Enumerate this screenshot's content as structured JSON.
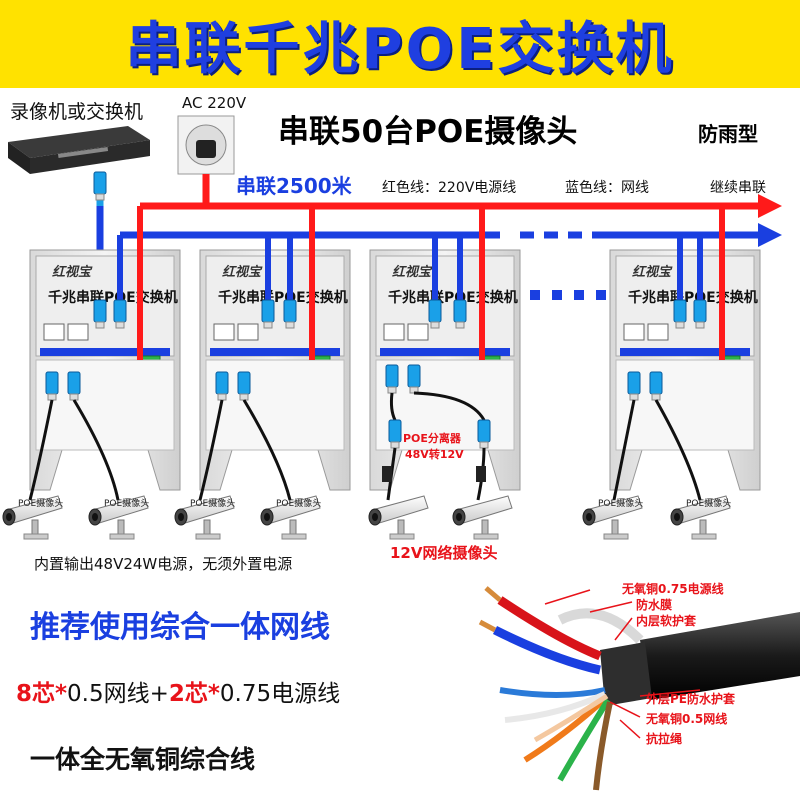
{
  "banner": {
    "title": "串联千兆POE交换机"
  },
  "labels": {
    "nvr_or_switch": "录像机或交换机",
    "ac_220v": "AC 220V",
    "series_50_cameras": "串联50台POE摄像头",
    "rainproof": "防雨型",
    "series_2500m": "串联2500米",
    "red_line_legend": "红色线：220V电源线",
    "blue_line_legend": "蓝色线：网线",
    "continue_series": "继续串联",
    "builtin_power": "内置输出48V24W电源，无须外置电源",
    "camera_12v": "12V网络摄像头",
    "poe_splitter": "POE分离器",
    "splitter_48v_12v": "48V转12V",
    "recommend_cable": "推荐使用综合一体网线",
    "cable_spec_a": "8芯*",
    "cable_spec_b": "0.5网线+",
    "cable_spec_c": "2芯*",
    "cable_spec_d": "0.75电源线",
    "oxygen_free": "一体全无氧铜综合线"
  },
  "switch_box": {
    "brand": "红视宝",
    "title": "千兆串联POE交换机",
    "camera_tag": "POE摄像头"
  },
  "cable_callouts": [
    "无氧铜0.75电源线",
    "防水膜",
    "内层软护套",
    "外层PE防水护套",
    "无氧铜0.5网线",
    "抗拉绳"
  ],
  "colors": {
    "banner_bg": "#ffe200",
    "title_blue": "#1f3fe0",
    "power_line_red": "#ff1a1a",
    "network_line_blue": "#1a3fe0"
  }
}
